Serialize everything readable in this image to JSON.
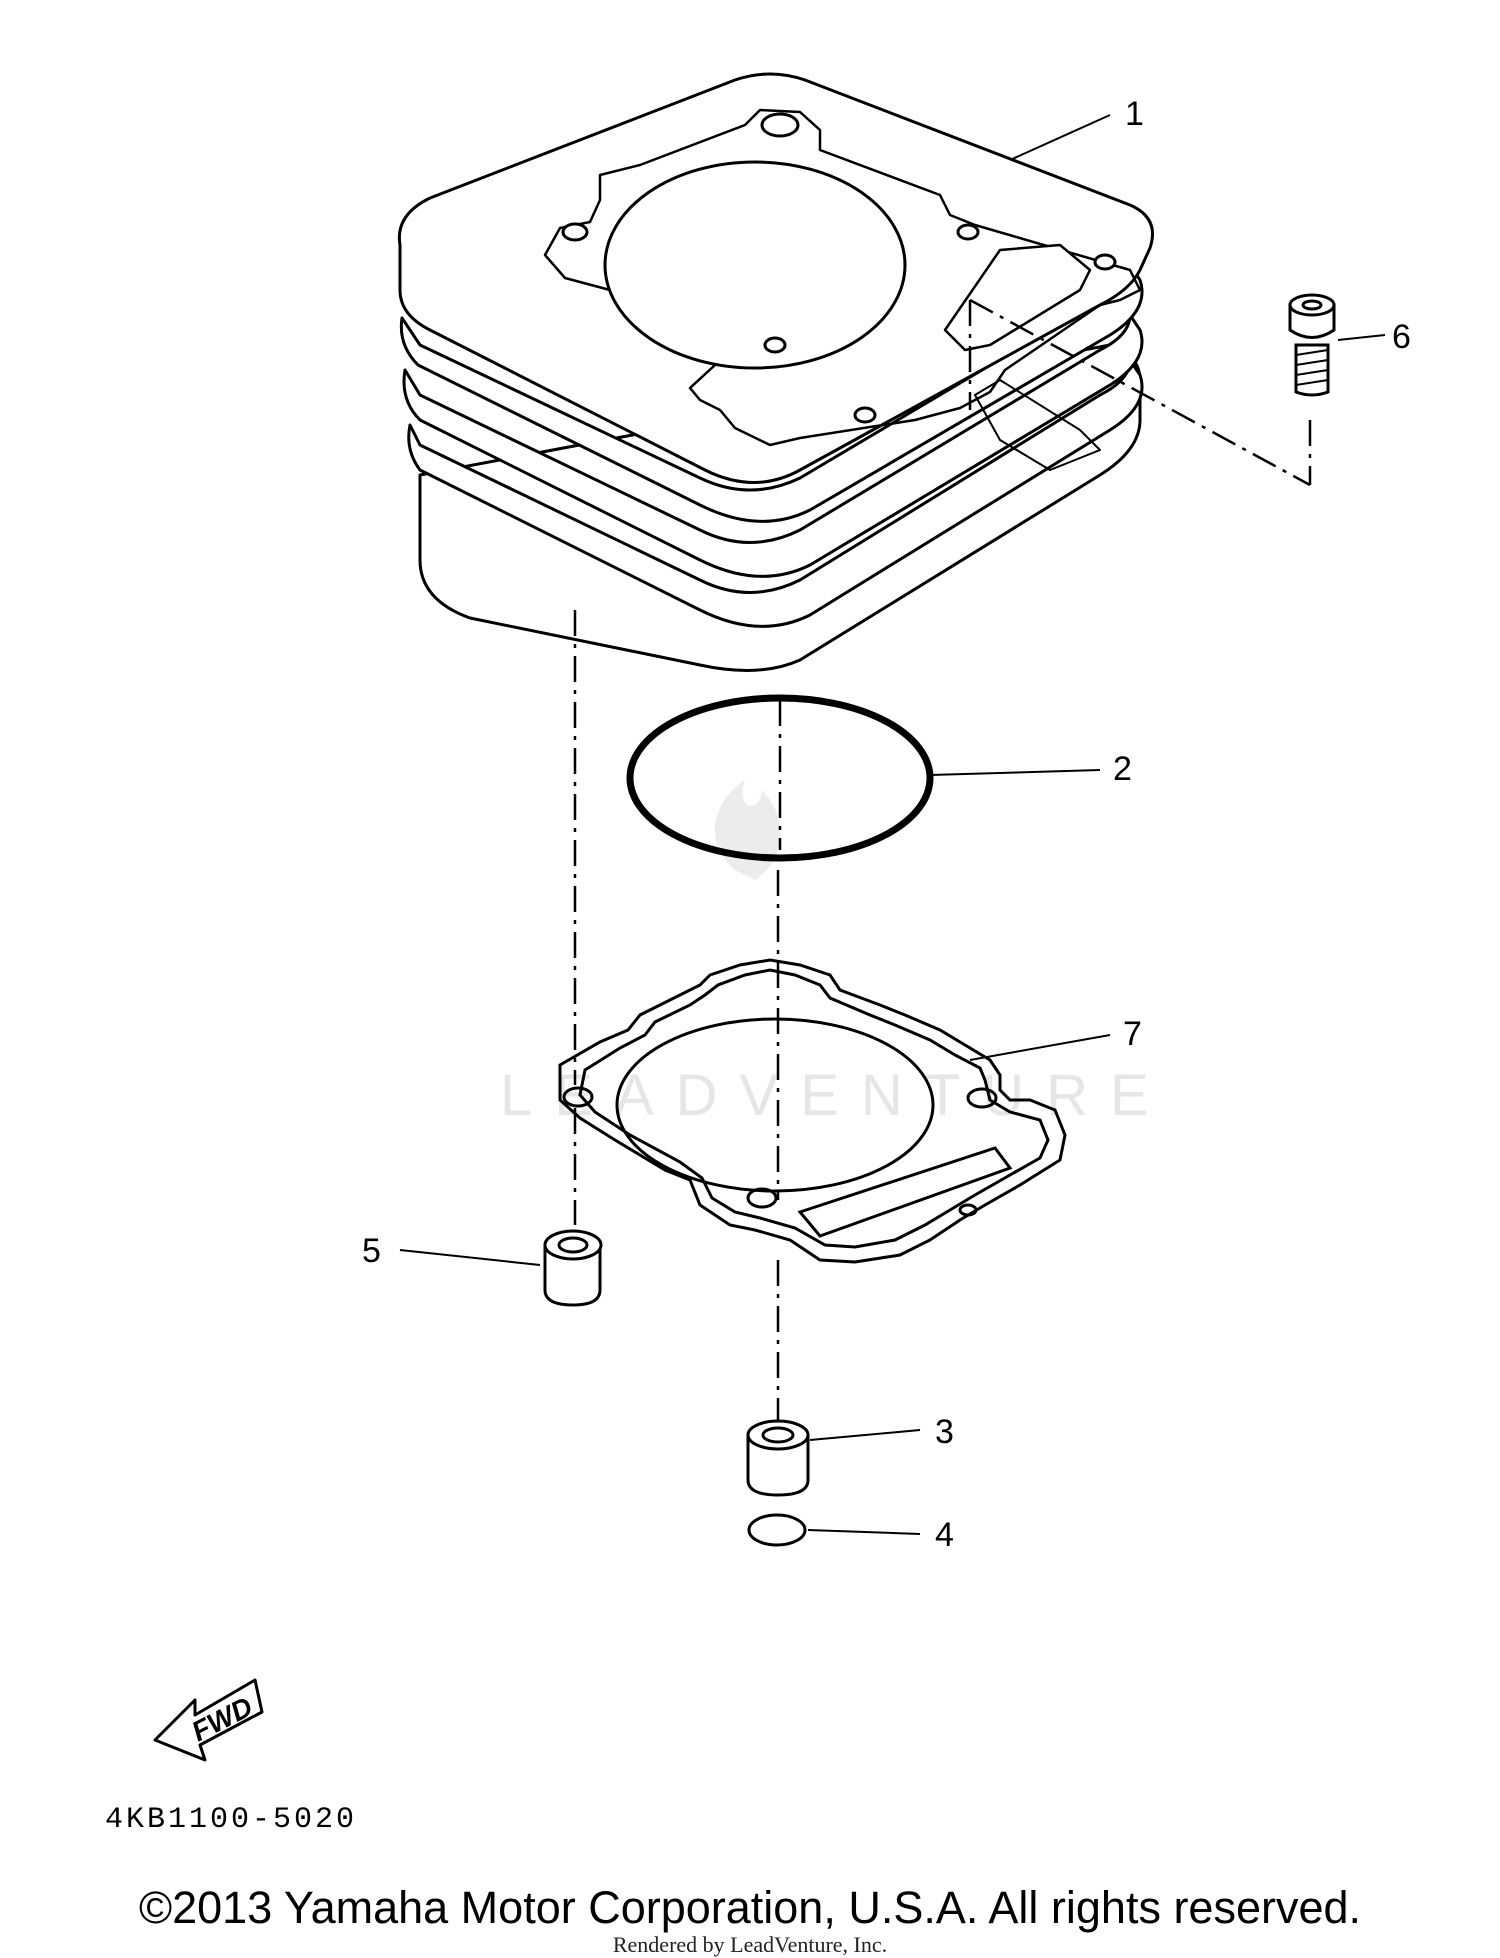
{
  "diagram": {
    "watermark": "LEADVENTURE",
    "fwd_label": "FWD",
    "figure_code": "4KB1100-5020",
    "callouts": {
      "c1": "1",
      "c2": "2",
      "c3": "3",
      "c4": "4",
      "c5": "5",
      "c6": "6",
      "c7": "7"
    }
  },
  "footer": {
    "copyright": "©2013 Yamaha Motor Corporation, U.S.A. All rights reserved.",
    "rendered_by": "Rendered by LeadVenture, Inc."
  }
}
